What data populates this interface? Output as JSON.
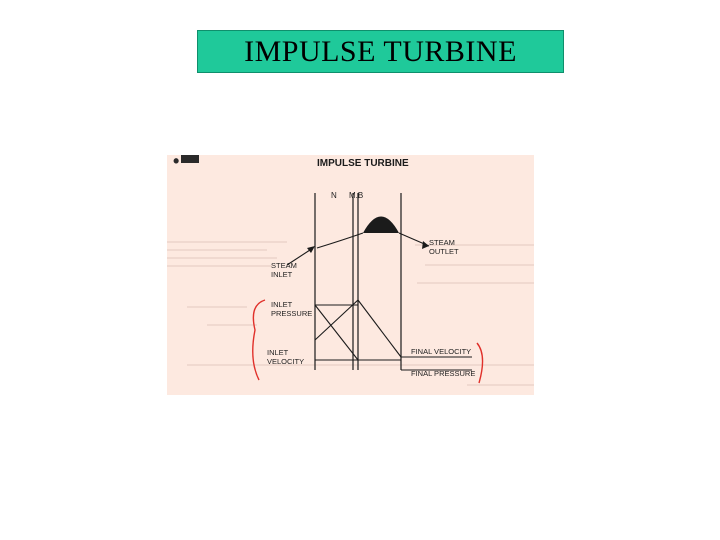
{
  "slide": {
    "title": "IMPULSE TURBINE",
    "title_bg": "#1fc99a"
  },
  "diagram": {
    "title": "IMPULSE TURBINE",
    "labels": {
      "nozzle": "N",
      "moving_blade": "M.B",
      "steam_inlet": "STEAM INLET",
      "steam_outlet": "STEAM OUTLET",
      "inlet_pressure": "INLET PRESSURE",
      "inlet_velocity": "INLET VELOCITY",
      "final_velocity": "FINAL VELOCITY",
      "final_pressure": "FINAL PRESSURE"
    },
    "colors": {
      "paper": "#fde9e0",
      "ink": "#1b1b1b",
      "annotation": "#e0302a"
    }
  }
}
